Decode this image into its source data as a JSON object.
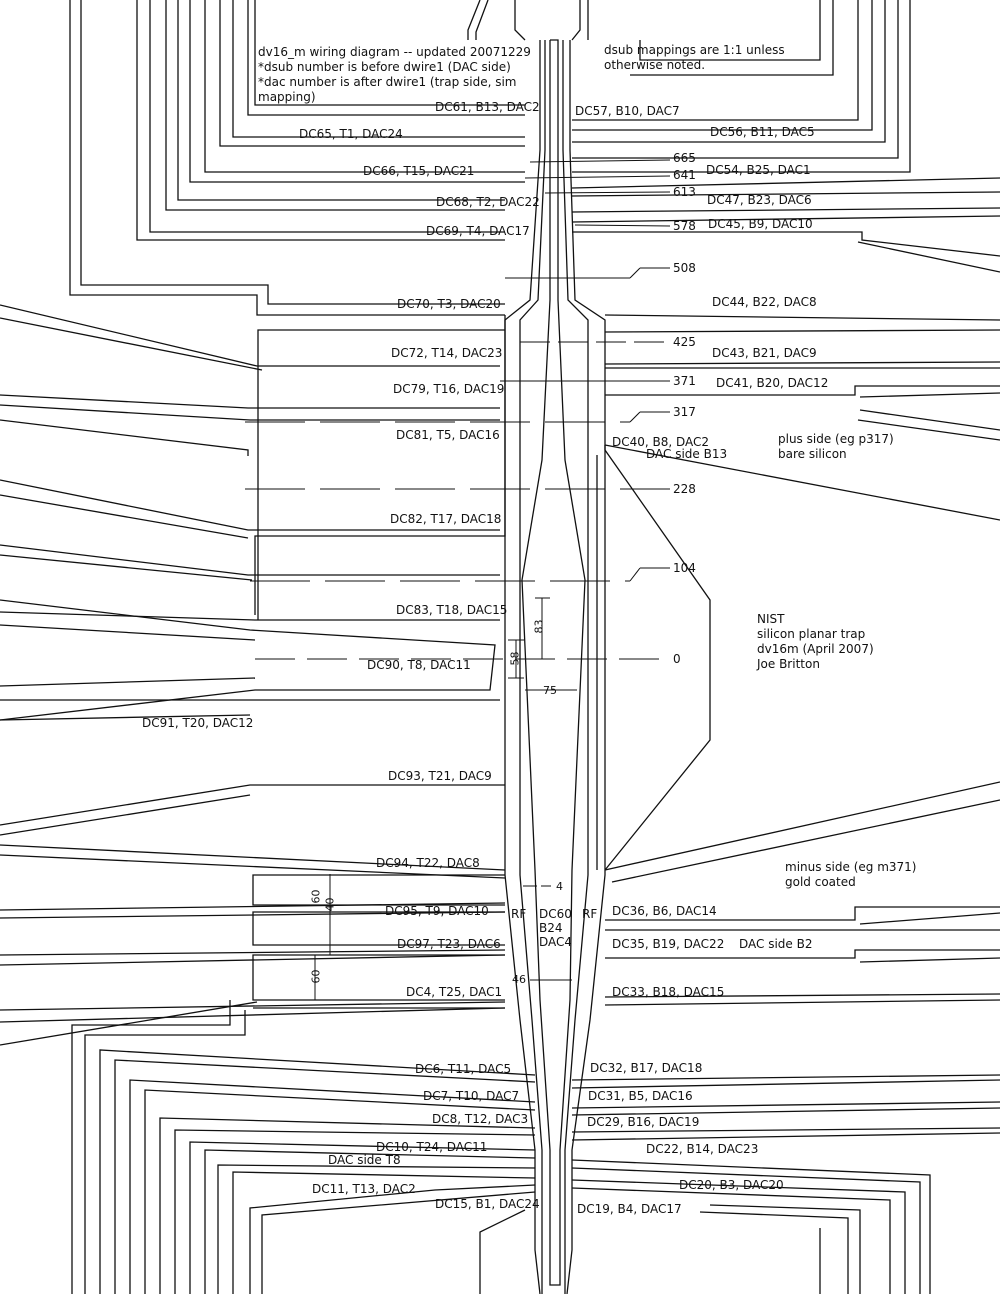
{
  "colors": {
    "line": "#111111",
    "background": "#ffffff"
  },
  "notes": {
    "header_left": [
      "dv16_m wiring diagram -- updated 20071229",
      "*dsub number is before dwire1 (DAC side)",
      "*dac number is after dwire1 (trap side, sim",
      "mapping)"
    ],
    "header_right": [
      "dsub mappings are 1:1 unless",
      "otherwise noted."
    ],
    "plus_side": [
      "plus side (eg p317)",
      "bare silicon"
    ],
    "minus_side": [
      "minus side (eg m371)",
      "gold coated"
    ],
    "nist": [
      "NIST",
      "silicon planar trap",
      "dv16m (April 2007)",
      "Joe Britton"
    ],
    "dac_b13": "DAC side B13",
    "dac_t8": "DAC side T8",
    "dac_b2": "DAC side B2"
  },
  "left_labels": [
    "DC61, B13, DAC2",
    "DC65, T1, DAC24",
    "DC66, T15, DAC21",
    "DC68, T2, DAC22",
    "DC69, T4, DAC17",
    "DC70, T3, DAC20",
    "DC72, T14, DAC23",
    "DC79, T16, DAC19",
    "DC81, T5, DAC16",
    "DC82, T17, DAC18",
    "DC83, T18, DAC15",
    "DC90, T8, DAC11",
    "DC91, T20, DAC12",
    "DC93, T21, DAC9",
    "DC94, T22, DAC8",
    "DC95, T9, DAC10",
    "DC97, T23, DAC6",
    "DC4, T25, DAC1",
    "DC6, T11, DAC5",
    "DC7, T10, DAC7",
    "DC8, T12, DAC3",
    "DC10,  T24, DAC11",
    "DC11, T13, DAC2",
    "DC15, B1, DAC24"
  ],
  "right_labels": [
    "DC57, B10, DAC7",
    "DC56, B11, DAC5",
    "DC54, B25, DAC1",
    "DC47, B23, DAC6",
    "DC45, B9, DAC10",
    "DC44, B22, DAC8",
    "DC43, B21, DAC9",
    "DC41, B20, DAC12",
    "DC40, B8, DAC2",
    "DC36, B6, DAC14",
    "DC35, B19, DAC22",
    "DC33, B18, DAC15",
    "DC32, B17, DAC18",
    "DC31, B5, DAC16",
    "DC29, B16, DAC19",
    "DC22, B14, DAC23",
    "DC20, B3, DAC20",
    "DC19, B4, DAC17"
  ],
  "position_markers": [
    "665",
    "641",
    "613",
    "578",
    "508",
    "425",
    "371",
    "317",
    "228",
    "104",
    "0"
  ],
  "dimensions": {
    "d83": "83",
    "d58": "58",
    "d75": "75",
    "d4": "4",
    "d46": "46",
    "d60a": "60",
    "d40": "40",
    "d60b": "60"
  },
  "center": {
    "rf_left": "RF",
    "rf_right": "RF",
    "dc60": [
      "DC60",
      "B24",
      "DAC4"
    ]
  }
}
